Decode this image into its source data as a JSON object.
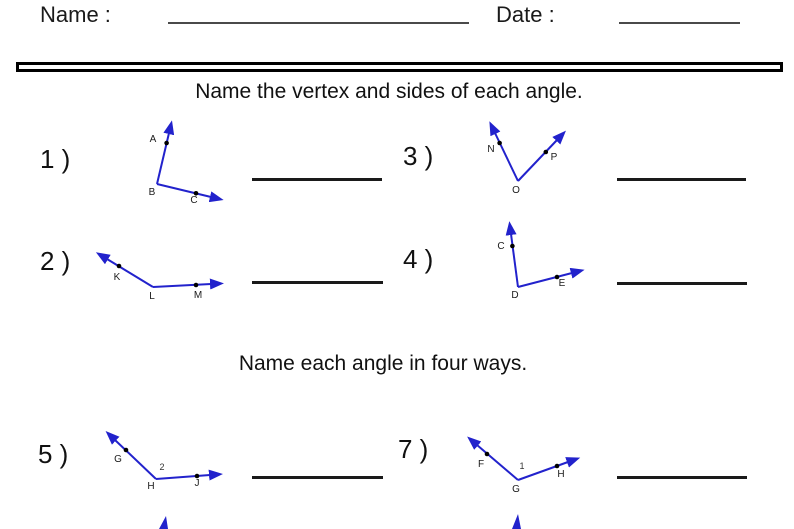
{
  "header": {
    "name_label": "Name :",
    "date_label": "Date :"
  },
  "sections": [
    {
      "title": "Name the vertex and sides of each angle."
    },
    {
      "title": "Name each angle in four ways."
    }
  ],
  "problems": [
    {
      "number": "1 )",
      "vertex": "B",
      "side1": "A",
      "side2": "C",
      "angle_number": ""
    },
    {
      "number": "2 )",
      "vertex": "L",
      "side1": "K",
      "side2": "M",
      "angle_number": ""
    },
    {
      "number": "3 )",
      "vertex": "O",
      "side1": "N",
      "side2": "P",
      "angle_number": ""
    },
    {
      "number": "4 )",
      "vertex": "D",
      "side1": "C",
      "side2": "E",
      "angle_number": ""
    },
    {
      "number": "5 )",
      "vertex": "H",
      "side1": "G",
      "side2": "J",
      "angle_number": "2"
    },
    {
      "number": "7 )",
      "vertex": "G",
      "side1": "F",
      "side2": "H",
      "angle_number": "1"
    }
  ],
  "colors": {
    "ray_blue": "#2222cc",
    "answer_line_black": "#1a1a1a",
    "underline_gray": "#4a4a4a"
  }
}
